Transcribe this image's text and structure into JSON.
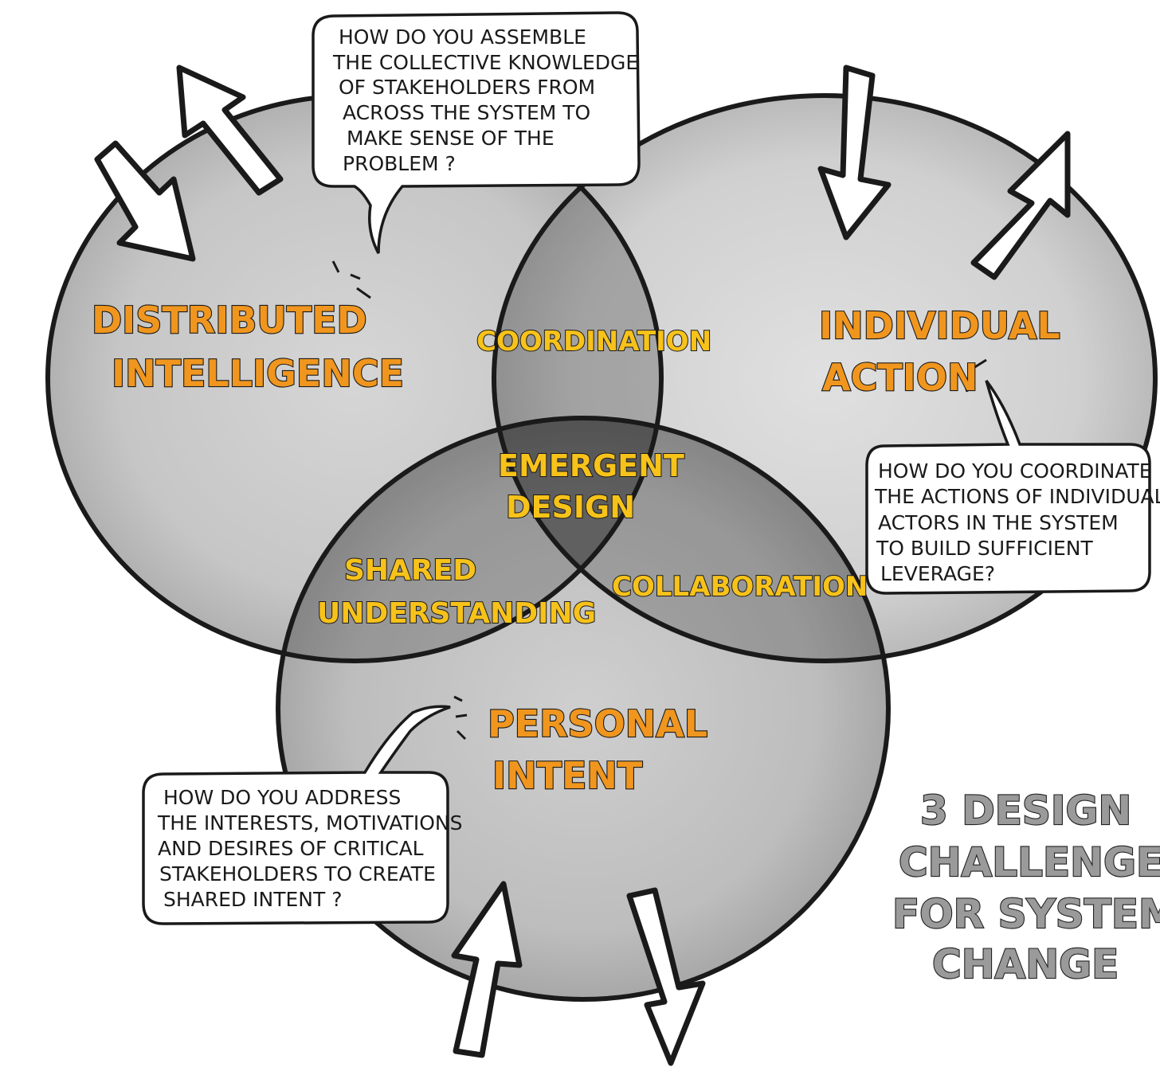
{
  "circles": {
    "top_left": {
      "line1": "DISTRIBUTED",
      "line2": "INTELLIGENCE"
    },
    "top_right": {
      "line1": "INDIVIDUAL",
      "line2": "ACTION"
    },
    "bottom": {
      "line1": "PERSONAL",
      "line2": "INTENT"
    }
  },
  "overlaps": {
    "top": "COORDINATION",
    "left": {
      "line1": "SHARED",
      "line2": "UNDERSTANDING"
    },
    "right": "COLLABORATION",
    "center": {
      "line1": "EMERGENT",
      "line2": "DESIGN"
    }
  },
  "bubbles": {
    "top": [
      "HOW DO YOU ASSEMBLE",
      "THE COLLECTIVE KNOWLEDGE",
      "OF STAKEHOLDERS FROM",
      "ACROSS THE SYSTEM TO",
      "MAKE SENSE OF THE",
      "PROBLEM ?"
    ],
    "right": [
      "HOW DO YOU COORDINATE",
      "THE ACTIONS OF INDIVIDUAL",
      "ACTORS IN THE SYSTEM",
      "TO BUILD SUFFICIENT",
      "LEVERAGE?"
    ],
    "bottom": [
      "HOW DO YOU ADDRESS",
      "THE INTERESTS, MOTIVATIONS",
      "AND DESIRES OF CRITICAL",
      "STAKEHOLDERS TO CREATE",
      "SHARED INTENT ?"
    ]
  },
  "title": [
    "3 DESIGN",
    "CHALLENGES",
    "FOR SYSTEMS",
    "CHANGE"
  ],
  "colors": {
    "circle_fill": "#c4c4c4",
    "overlap_fill": "#8e8e8e",
    "label_orange": "#f0961e",
    "label_yellow": "#f7c21a",
    "title_grey": "#9a9a9a",
    "outline": "#1a1a1a"
  }
}
